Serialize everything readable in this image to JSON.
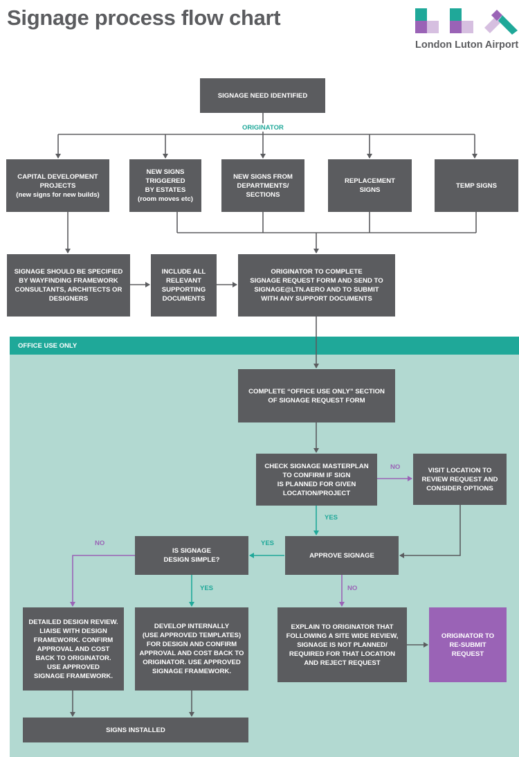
{
  "page": {
    "title": "Signage process flow chart",
    "logo_text": "London Luton Airport",
    "office_use_label": "OFFICE USE ONLY"
  },
  "colors": {
    "box": "#5b5c5f",
    "teal": "#1fa899",
    "panel": "#b2d9d1",
    "purple": "#9a63b6",
    "arrow_gray": "#5b5c5f"
  },
  "boxes": {
    "need": "SIGNAGE NEED IDENTIFIED",
    "capital": "CAPITAL DEVELOPMENT\nPROJECTS\n(new signs for new builds)",
    "estates": "NEW SIGNS\nTRIGGERED\nBY ESTATES\n(room moves etc)",
    "departments": "NEW SIGNS FROM\nDEPARTMENTS/\nSECTIONS",
    "replacement": "REPLACEMENT\nSIGNS",
    "temp": "TEMP SIGNS",
    "specified": "SIGNAGE SHOULD BE SPECIFIED\nBY WAYFINDING FRAMEWORK\nCONSULTANTS, ARCHITECTS OR\nDESIGNERS",
    "include_docs": "INCLUDE ALL\nRELEVANT\nSUPPORTING\nDOCUMENTS",
    "complete_form": "ORIGINATOR TO COMPLETE\nSIGNAGE REQUEST FORM AND SEND TO\nSIGNAGE@LTN.AERO AND TO SUBMIT\nWITH ANY SUPPORT DOCUMENTS",
    "office_section": "COMPLETE “OFFICE USE ONLY” SECTION\nOF SIGNAGE REQUEST FORM",
    "check_masterplan": "CHECK SIGNAGE MASTERPLAN\nTO CONFIRM IF SIGN\nIS PLANNED FOR GIVEN\nLOCATION/PROJECT",
    "visit_location": "VISIT LOCATION TO\nREVIEW REQUEST AND\nCONSIDER OPTIONS",
    "approve": "APPROVE SIGNAGE",
    "design_simple": "IS SIGNAGE\nDESIGN SIMPLE?",
    "detailed_review": "DETAILED DESIGN REVIEW.\nLIAISE WITH DESIGN\nFRAMEWORK. CONFIRM\nAPPROVAL AND COST\nBACK TO ORIGINATOR.\nUSE APPROVED\nSIGNAGE FRAMEWORK.",
    "develop_internally": "DEVELOP INTERNALLY\n(USE APPROVED TEMPLATES)\nFOR DESIGN AND CONFIRM\nAPPROVAL AND COST BACK TO\nORIGINATOR. USE APPROVED\nSIGNAGE FRAMEWORK.",
    "explain": "EXPLAIN TO ORIGINATOR THAT\nFOLLOWING A SITE WIDE REVIEW,\nSIGNAGE IS NOT PLANNED/\nREQUIRED FOR THAT LOCATION\nAND REJECT REQUEST",
    "resubmit": "ORIGINATOR TO\nRE-SUBMIT\nREQUEST",
    "installed": "SIGNS INSTALLED"
  },
  "labels": {
    "originator": "ORIGINATOR",
    "no_masterplan": "NO",
    "yes_masterplan": "YES",
    "yes_approve": "YES",
    "no_approve": "NO",
    "no_design": "NO",
    "yes_design": "YES"
  }
}
